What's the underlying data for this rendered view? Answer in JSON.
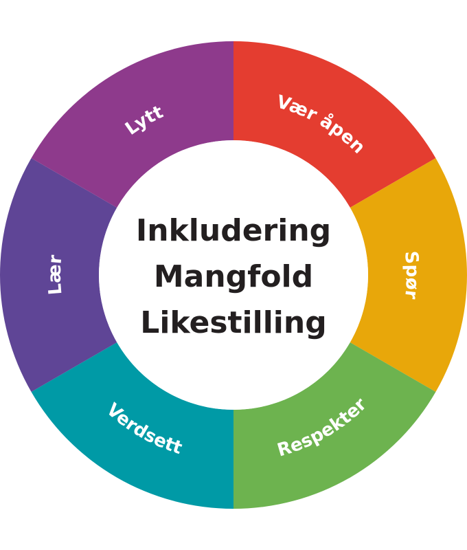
{
  "center": {
    "lines": [
      "Inkludering",
      "Mangfold",
      "Likestilling"
    ],
    "color": "#231f20"
  },
  "segments": [
    {
      "label": "Vær åpen",
      "color": "#e43d30"
    },
    {
      "label": "Spør",
      "color": "#e8a70a"
    },
    {
      "label": "Respekter",
      "color": "#6db34f"
    },
    {
      "label": "Verdsett",
      "color": "#009aa6"
    },
    {
      "label": "Lær",
      "color": "#5f4596"
    },
    {
      "label": "Lytt",
      "color": "#8e3a8c"
    }
  ]
}
